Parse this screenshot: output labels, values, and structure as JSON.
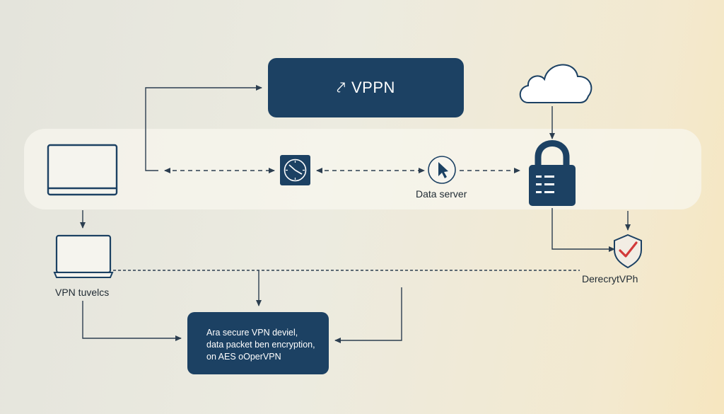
{
  "nodes": {
    "vpn_title": "VPPN",
    "vpn_glyph": "⤤",
    "data_server_label": "Data server",
    "vpn_tunnels_label": "VPN tuvelcs",
    "decrypt_label": "DerecrytVPh",
    "info_lines": [
      "Ara secure VPN deviel,",
      "data packet ben encryption,",
      "on AES oOperVPN"
    ]
  },
  "icons": {
    "laptop_top": "laptop-icon",
    "laptop_bottom": "laptop-icon",
    "clock": "clock-icon",
    "cursor": "cursor-icon",
    "cloud": "cloud-icon",
    "lock": "padlock-icon",
    "shield": "shield-check-icon"
  },
  "colors": {
    "navy": "#1c4163",
    "line": "#2c3e50",
    "check": "#d23a3a",
    "shield_fill": "#f2ede4"
  }
}
